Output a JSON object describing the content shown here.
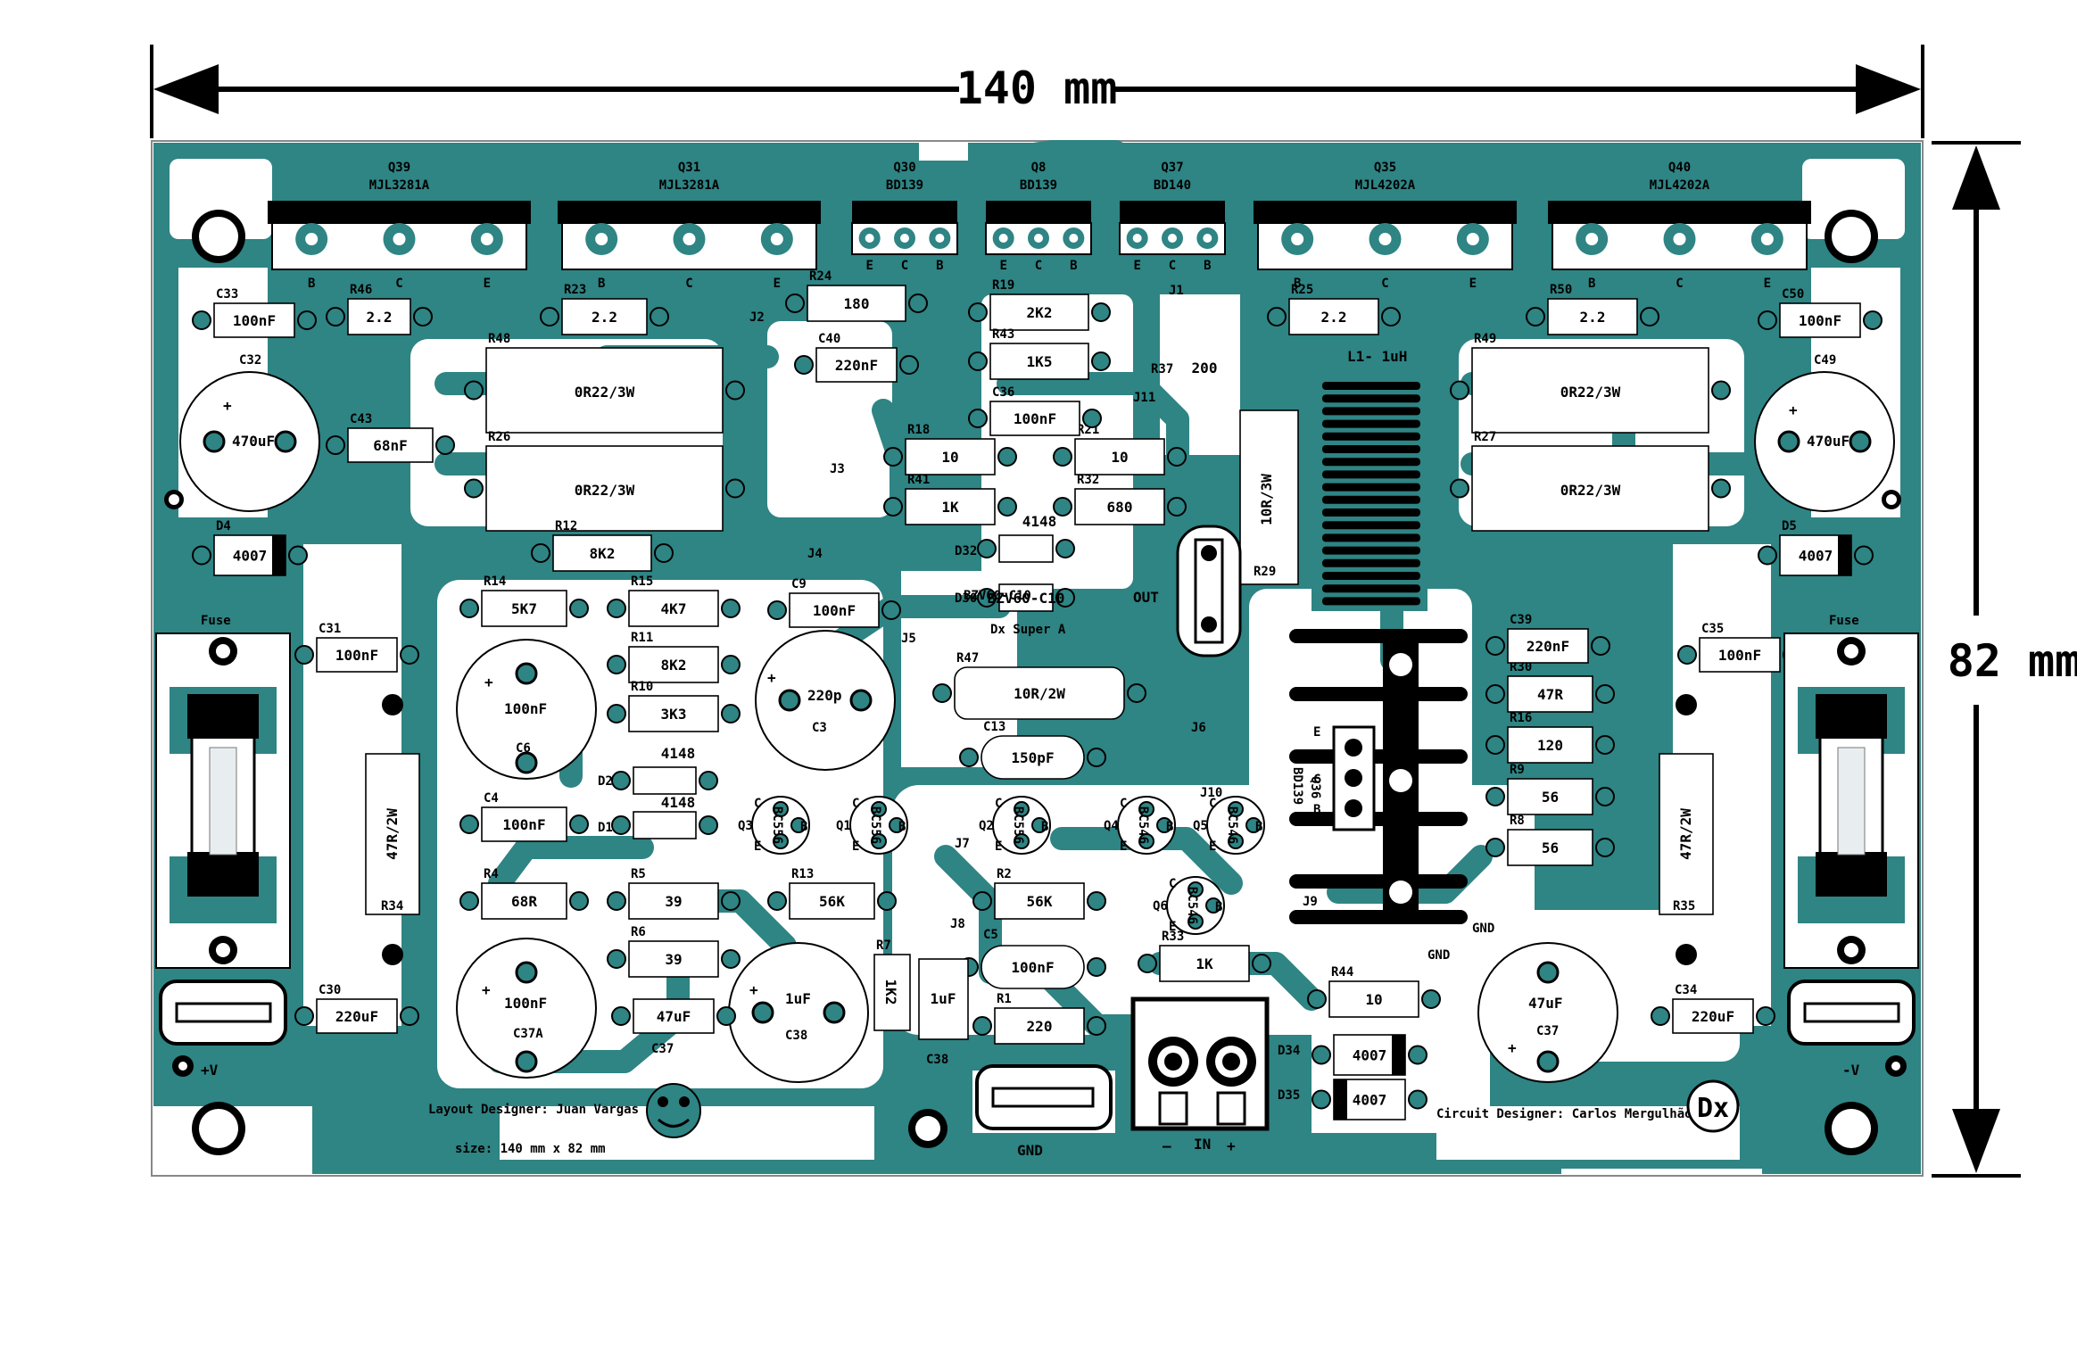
{
  "dimensions": {
    "width": "140 mm",
    "height": "82 mm"
  },
  "colors": {
    "copper": "#2f8484",
    "board": "#ffffff",
    "silk": "#000000"
  },
  "transistors": [
    {
      "ref": "Q39",
      "part": "MJL3281A",
      "pins": [
        "B",
        "C",
        "E"
      ]
    },
    {
      "ref": "Q31",
      "part": "MJL3281A",
      "pins": [
        "B",
        "C",
        "E"
      ]
    },
    {
      "ref": "Q30",
      "part": "BD139",
      "pins": [
        "E",
        "C",
        "B"
      ]
    },
    {
      "ref": "Q8",
      "part": "BD139",
      "pins": [
        "E",
        "C",
        "B"
      ]
    },
    {
      "ref": "Q37",
      "part": "BD140",
      "pins": [
        "E",
        "C",
        "B"
      ]
    },
    {
      "ref": "Q35",
      "part": "MJL4202A",
      "pins": [
        "B",
        "C",
        "E"
      ]
    },
    {
      "ref": "Q40",
      "part": "MJL4202A",
      "pins": [
        "B",
        "C",
        "E"
      ]
    }
  ],
  "resistors": [
    {
      "ref": "R46",
      "value": "2.2"
    },
    {
      "ref": "R23",
      "value": "2.2"
    },
    {
      "ref": "R24",
      "value": "180"
    },
    {
      "ref": "R19",
      "value": "2K2"
    },
    {
      "ref": "R43",
      "value": "1K5"
    },
    {
      "ref": "R25",
      "value": "2.2"
    },
    {
      "ref": "R50",
      "value": "2.2"
    },
    {
      "ref": "R48",
      "value": "0R22/3W"
    },
    {
      "ref": "R26",
      "value": "0R22/3W"
    },
    {
      "ref": "R49",
      "value": "0R22/3W"
    },
    {
      "ref": "R27",
      "value": "0R22/3W"
    },
    {
      "ref": "R18",
      "value": "10"
    },
    {
      "ref": "R41",
      "value": "1K"
    },
    {
      "ref": "R21",
      "value": "10"
    },
    {
      "ref": "R32",
      "value": "680"
    },
    {
      "ref": "R37",
      "value": "200"
    },
    {
      "ref": "R12",
      "value": "8K2"
    },
    {
      "ref": "R14",
      "value": "5K7"
    },
    {
      "ref": "R15",
      "value": "4K7"
    },
    {
      "ref": "R11",
      "value": "8K2"
    },
    {
      "ref": "R10",
      "value": "3K3"
    },
    {
      "ref": "R47",
      "value": "10R/2W"
    },
    {
      "ref": "R29",
      "value": "10R/3W"
    },
    {
      "ref": "R30",
      "value": "47R"
    },
    {
      "ref": "R16",
      "value": "120"
    },
    {
      "ref": "R9",
      "value": "56"
    },
    {
      "ref": "R8",
      "value": "56"
    },
    {
      "ref": "R34",
      "value": "47R/2W"
    },
    {
      "ref": "R35",
      "value": "47R/2W"
    },
    {
      "ref": "R4",
      "value": "68R"
    },
    {
      "ref": "R5",
      "value": "39"
    },
    {
      "ref": "R6",
      "value": "39"
    },
    {
      "ref": "R13",
      "value": "56K"
    },
    {
      "ref": "R2",
      "value": "56K"
    },
    {
      "ref": "R7",
      "value": "1K2"
    },
    {
      "ref": "R1",
      "value": "220"
    },
    {
      "ref": "R33",
      "value": "1K"
    },
    {
      "ref": "R44",
      "value": "10"
    }
  ],
  "capacitors": [
    {
      "ref": "C33",
      "value": "100nF"
    },
    {
      "ref": "C50",
      "value": "100nF"
    },
    {
      "ref": "C32",
      "value": "470uF"
    },
    {
      "ref": "C49",
      "value": "470uF"
    },
    {
      "ref": "C43",
      "value": "68nF"
    },
    {
      "ref": "C40",
      "value": "220nF"
    },
    {
      "ref": "C36",
      "value": "100nF"
    },
    {
      "ref": "C31",
      "value": "100nF"
    },
    {
      "ref": "C35",
      "value": "100nF"
    },
    {
      "ref": "C9",
      "value": "100nF"
    },
    {
      "ref": "C8",
      "value": "220uF"
    },
    {
      "ref": "C10",
      "value": "47uF"
    },
    {
      "ref": "C13",
      "value": "150pF"
    },
    {
      "ref": "C39",
      "value": "220nF"
    },
    {
      "ref": "C6",
      "value": "100nF"
    },
    {
      "ref": "C3",
      "value": "220p"
    },
    {
      "ref": "C4",
      "value": "100nF"
    },
    {
      "ref": "C5",
      "value": "100nF"
    },
    {
      "ref": "C30",
      "value": "220uF"
    },
    {
      "ref": "C34",
      "value": "220uF"
    },
    {
      "ref": "C37A",
      "value": "100nF"
    },
    {
      "ref": "C37",
      "value": "47uF"
    },
    {
      "ref": "C38",
      "value": "1uF"
    }
  ],
  "small_transistors": [
    {
      "ref": "Q3",
      "part": "BC556"
    },
    {
      "ref": "Q1",
      "part": "BC556"
    },
    {
      "ref": "Q2",
      "part": "BC556"
    },
    {
      "ref": "Q4",
      "part": "BC546"
    },
    {
      "ref": "Q5",
      "part": "BC546"
    },
    {
      "ref": "Q6",
      "part": "BC546"
    }
  ],
  "diodes": [
    {
      "ref": "D4",
      "value": "4007"
    },
    {
      "ref": "D5",
      "value": "4007"
    },
    {
      "ref": "D32",
      "value": "4148"
    },
    {
      "ref": "D30",
      "value": "BZV60-C10"
    },
    {
      "ref": "D2",
      "value": "4148"
    },
    {
      "ref": "D1",
      "value": "4148"
    },
    {
      "ref": "D34",
      "value": "4007"
    },
    {
      "ref": "D35",
      "value": "4007"
    }
  ],
  "jumpers": [
    "J1",
    "J2",
    "J3",
    "J4",
    "J5",
    "J6",
    "J7",
    "J8",
    "J9",
    "J10",
    "J11"
  ],
  "misc": {
    "inductor": "L1- 1uH",
    "out": "OUT",
    "fuse": "Fuse",
    "plus_v": "+V",
    "minus_v": "-V",
    "gnd": "GND",
    "gnd_small": "GND",
    "in": "IN",
    "minus": "–",
    "plus": "+",
    "board_name": "Dx Super A",
    "bd139": "BD139",
    "q36": "Q36",
    "ecb": [
      "E",
      "C",
      "B"
    ],
    "pin_b": "B",
    "pin_c": "C",
    "pin_e": "E",
    "cap_plus": "+",
    "dx_logo": "Dx"
  },
  "credits": {
    "layout": "Layout Designer:  Juan Vargas",
    "size": "size: 140 mm x 82 mm",
    "circuit": "Circuit Designer:  Carlos Mergulhão"
  }
}
